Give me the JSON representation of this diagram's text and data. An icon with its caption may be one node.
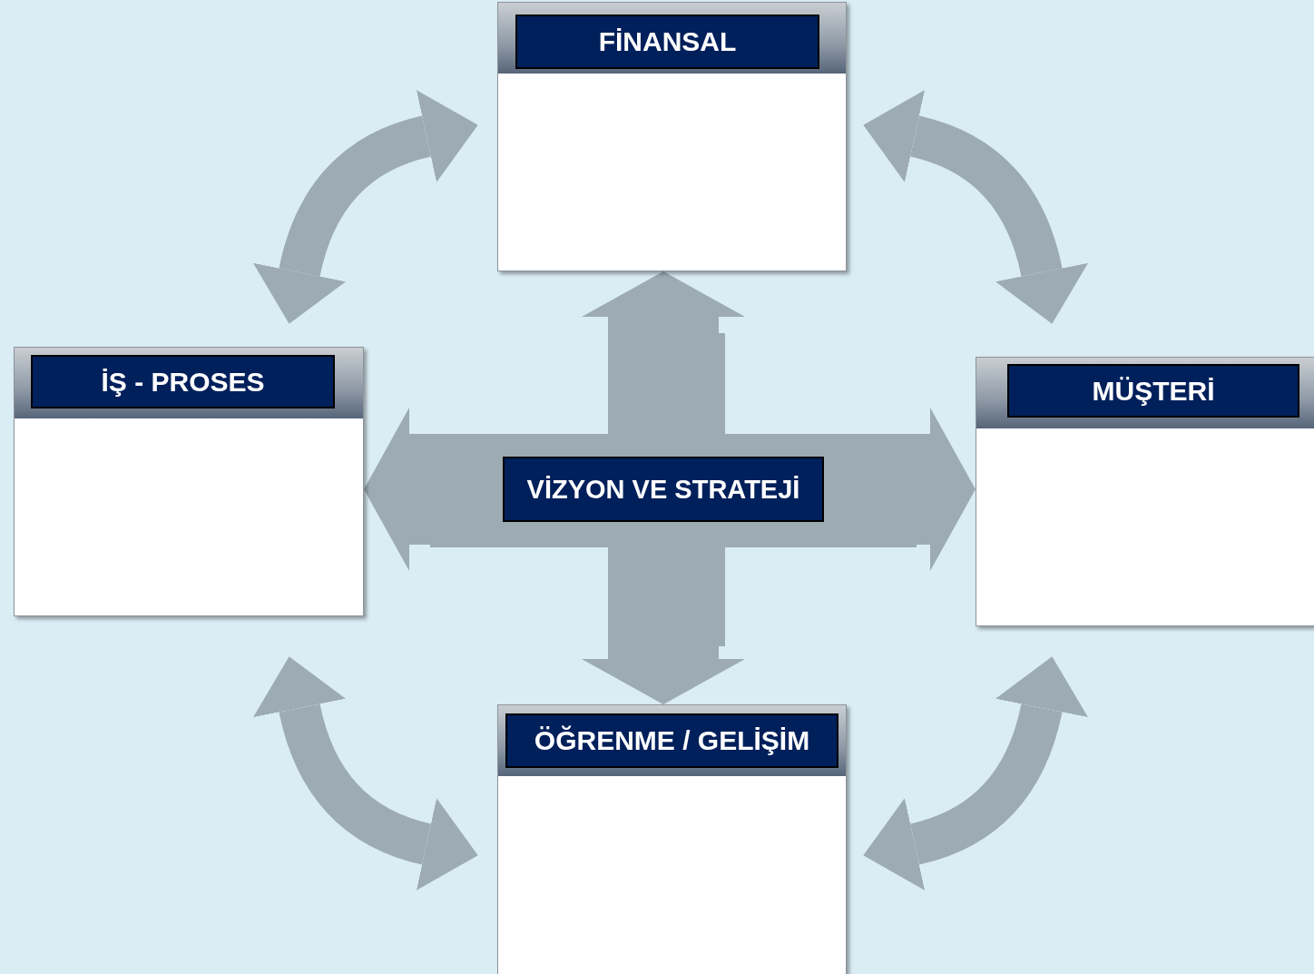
{
  "diagram": {
    "nodes": [
      {
        "text": [
          "FİNANSAL"
        ]
      },
      {
        "text": [
          "İŞ - PROSES"
        ]
      },
      {
        "text": [
          "MÜŞTERİ"
        ]
      },
      {
        "text": [
          "VİZYON VE STRATEJİ"
        ]
      },
      {
        "text": [
          "ÖĞRENME / GELİŞİM"
        ]
      }
    ],
    "edges": [
      {
        "from": 0,
        "to": 1,
        "arrow": "both"
      },
      {
        "from": 0,
        "to": 2,
        "arrow": "both"
      },
      {
        "from": 3,
        "to": 0,
        "arrow": "to",
        "style": "thick"
      },
      {
        "from": 3,
        "to": 1,
        "arrow": "to",
        "style": "thick"
      },
      {
        "from": 3,
        "to": 2,
        "arrow": "to",
        "style": "thick"
      },
      {
        "from": 3,
        "to": 4,
        "arrow": "to",
        "style": "thick"
      },
      {
        "from": 1,
        "to": 4,
        "arrow": "both"
      },
      {
        "from": 2,
        "to": 4,
        "arrow": "both"
      }
    ]
  }
}
